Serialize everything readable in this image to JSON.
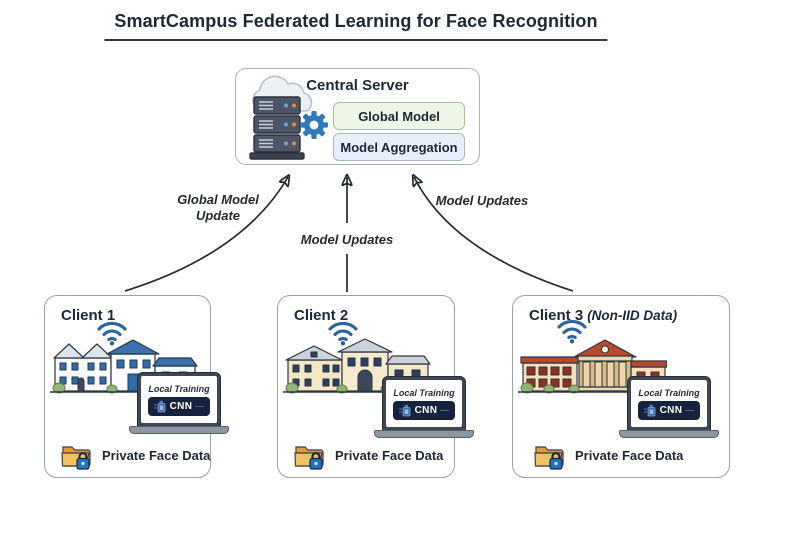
{
  "title": "SmartCampus Federated Learning for Face Recognition",
  "server": {
    "title": "Central Server",
    "buttons": [
      {
        "label": "Global Model"
      },
      {
        "label": "Model Aggregation"
      }
    ]
  },
  "arrows": {
    "client1_to_server": {
      "label_line1": "Global Model",
      "label_line2": "Update"
    },
    "client2_to_server": {
      "label": "Model Updates"
    },
    "client3_to_server": {
      "label": "Model Updates"
    }
  },
  "clients": [
    {
      "title": "Client 1",
      "suffix": "",
      "laptop": {
        "header": "Local Training",
        "model": "CNN"
      },
      "data_label": "Private Face Data",
      "building": "blue and white campus building with wifi"
    },
    {
      "title": "Client 2",
      "suffix": "",
      "laptop": {
        "header": "Local Training",
        "model": "CNN"
      },
      "data_label": "Private Face Data",
      "building": "tan campus building with wifi"
    },
    {
      "title": "Client 3",
      "suffix": "(Non-IID Data)",
      "laptop": {
        "header": "Local Training",
        "model": "CNN"
      },
      "data_label": "Private Face Data",
      "building": "classical red-roof building with wifi"
    }
  ],
  "icons": {
    "server": "cloud-server-gear-icon",
    "wifi": "wifi-icon",
    "folder": "locked-folder-icon",
    "cnn_chip": "cnn-chip-icon",
    "arrowhead": "up-arrowhead"
  },
  "colors": {
    "title_text": "#1d2736",
    "arrow": "#24292f",
    "global_model_bg": "#edf6e7",
    "global_model_border": "#a9bf9b",
    "aggregation_bg": "#e8effa",
    "aggregation_border": "#a9b8cf",
    "box_border": "#9aa2ab",
    "accent_blue": "#2e6cad",
    "laptop_pill_bg": "#16233f",
    "folder_front": "#f3bf5f",
    "folder_back": "#e09b36",
    "lock_blue": "#2173c4",
    "client2_wall": "#f3e7c6",
    "client3_roof": "#b64a31",
    "bush_green": "#90b475"
  }
}
